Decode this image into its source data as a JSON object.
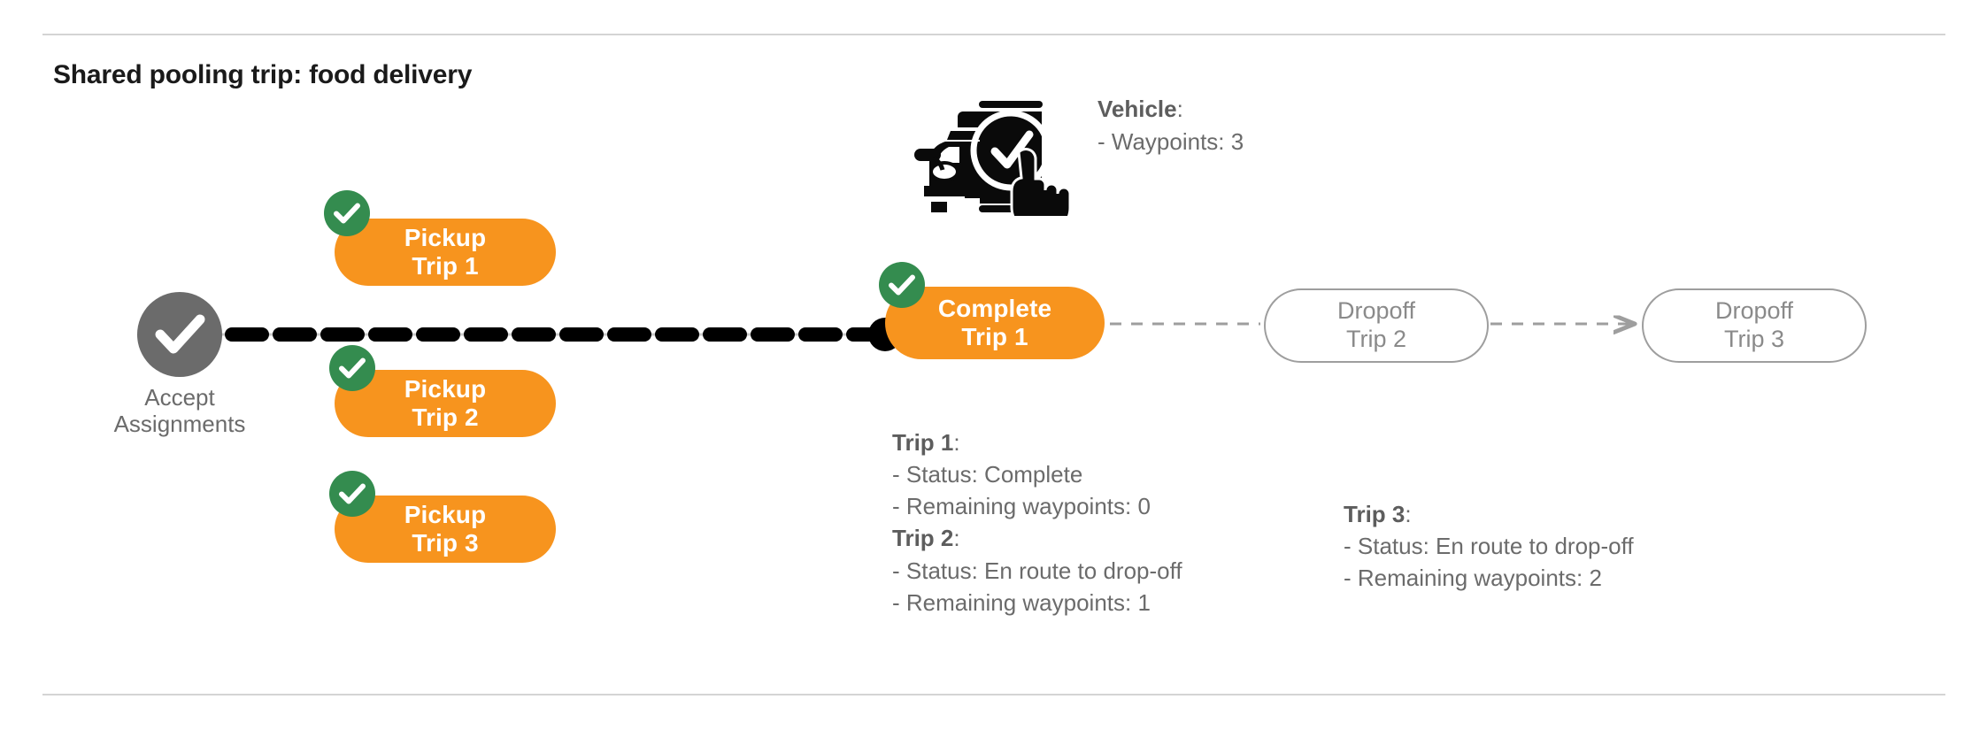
{
  "page": {
    "title": "Shared pooling trip: food delivery"
  },
  "colors": {
    "pill_fill": "#f7941e",
    "badge_green": "#348c4f",
    "accept_gray": "#6b6b6b",
    "outline_gray": "#9e9e9e",
    "text_gray": "#6b6b6b",
    "title_black": "#1a1a1a",
    "dashed_black": "#000000",
    "rule_gray": "#d4d4d4"
  },
  "start_node": {
    "label_line1": "Accept",
    "label_line2": "Assignments",
    "icon": "check-circle-icon"
  },
  "pickup_nodes": [
    {
      "line1": "Pickup",
      "line2": "Trip 1",
      "completed": true
    },
    {
      "line1": "Pickup",
      "line2": "Trip 2",
      "completed": true
    },
    {
      "line1": "Pickup",
      "line2": "Trip 3",
      "completed": true
    }
  ],
  "complete_node": {
    "line1": "Complete",
    "line2": "Trip 1",
    "completed": true
  },
  "dropoff_nodes": [
    {
      "line1": "Dropoff",
      "line2": "Trip 2"
    },
    {
      "line1": "Dropoff",
      "line2": "Trip 3"
    }
  ],
  "vehicle": {
    "icon": "car-phone-check-icon",
    "heading": "Vehicle",
    "heading_colon": ":",
    "waypoints_line": "- Waypoints: 3"
  },
  "trip_details_left": {
    "trip1_heading": "Trip 1",
    "trip1_colon": ":",
    "trip1_status": "- Status:  Complete",
    "trip1_waypoints": "- Remaining waypoints: 0",
    "trip2_heading": "Trip 2",
    "trip2_colon": ":",
    "trip2_status": "- Status:  En route to drop-off",
    "trip2_waypoints": "- Remaining waypoints: 1"
  },
  "trip_details_right": {
    "trip3_heading": "Trip 3",
    "trip3_colon": ":",
    "trip3_status": "- Status:  En route to drop-off",
    "trip3_waypoints": "- Remaining waypoints: 2"
  }
}
